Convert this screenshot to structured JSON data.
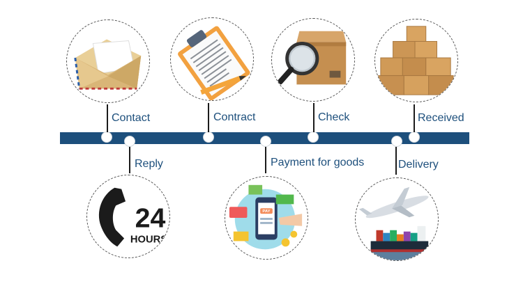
{
  "timeline": {
    "top_steps": [
      {
        "label": "Contact",
        "icon": "envelope-icon"
      },
      {
        "label": "Contract",
        "icon": "contract-clipboard-icon"
      },
      {
        "label": "Check",
        "icon": "magnifier-box-icon"
      },
      {
        "label": "Received",
        "icon": "box-stack-icon"
      }
    ],
    "bottom_steps": [
      {
        "label": "Reply",
        "icon": "phone-24-hours-icon"
      },
      {
        "label": "Payment for goods",
        "icon": "mobile-payment-icon"
      },
      {
        "label": "Delivery",
        "icon": "plane-ship-icon"
      }
    ]
  },
  "badge": {
    "big": "24",
    "small": "HOURS"
  },
  "pay_text": "PAY",
  "colors": {
    "bar": "#1d4f7c",
    "label": "#1d4f7c",
    "stem": "#1b1b1b"
  }
}
